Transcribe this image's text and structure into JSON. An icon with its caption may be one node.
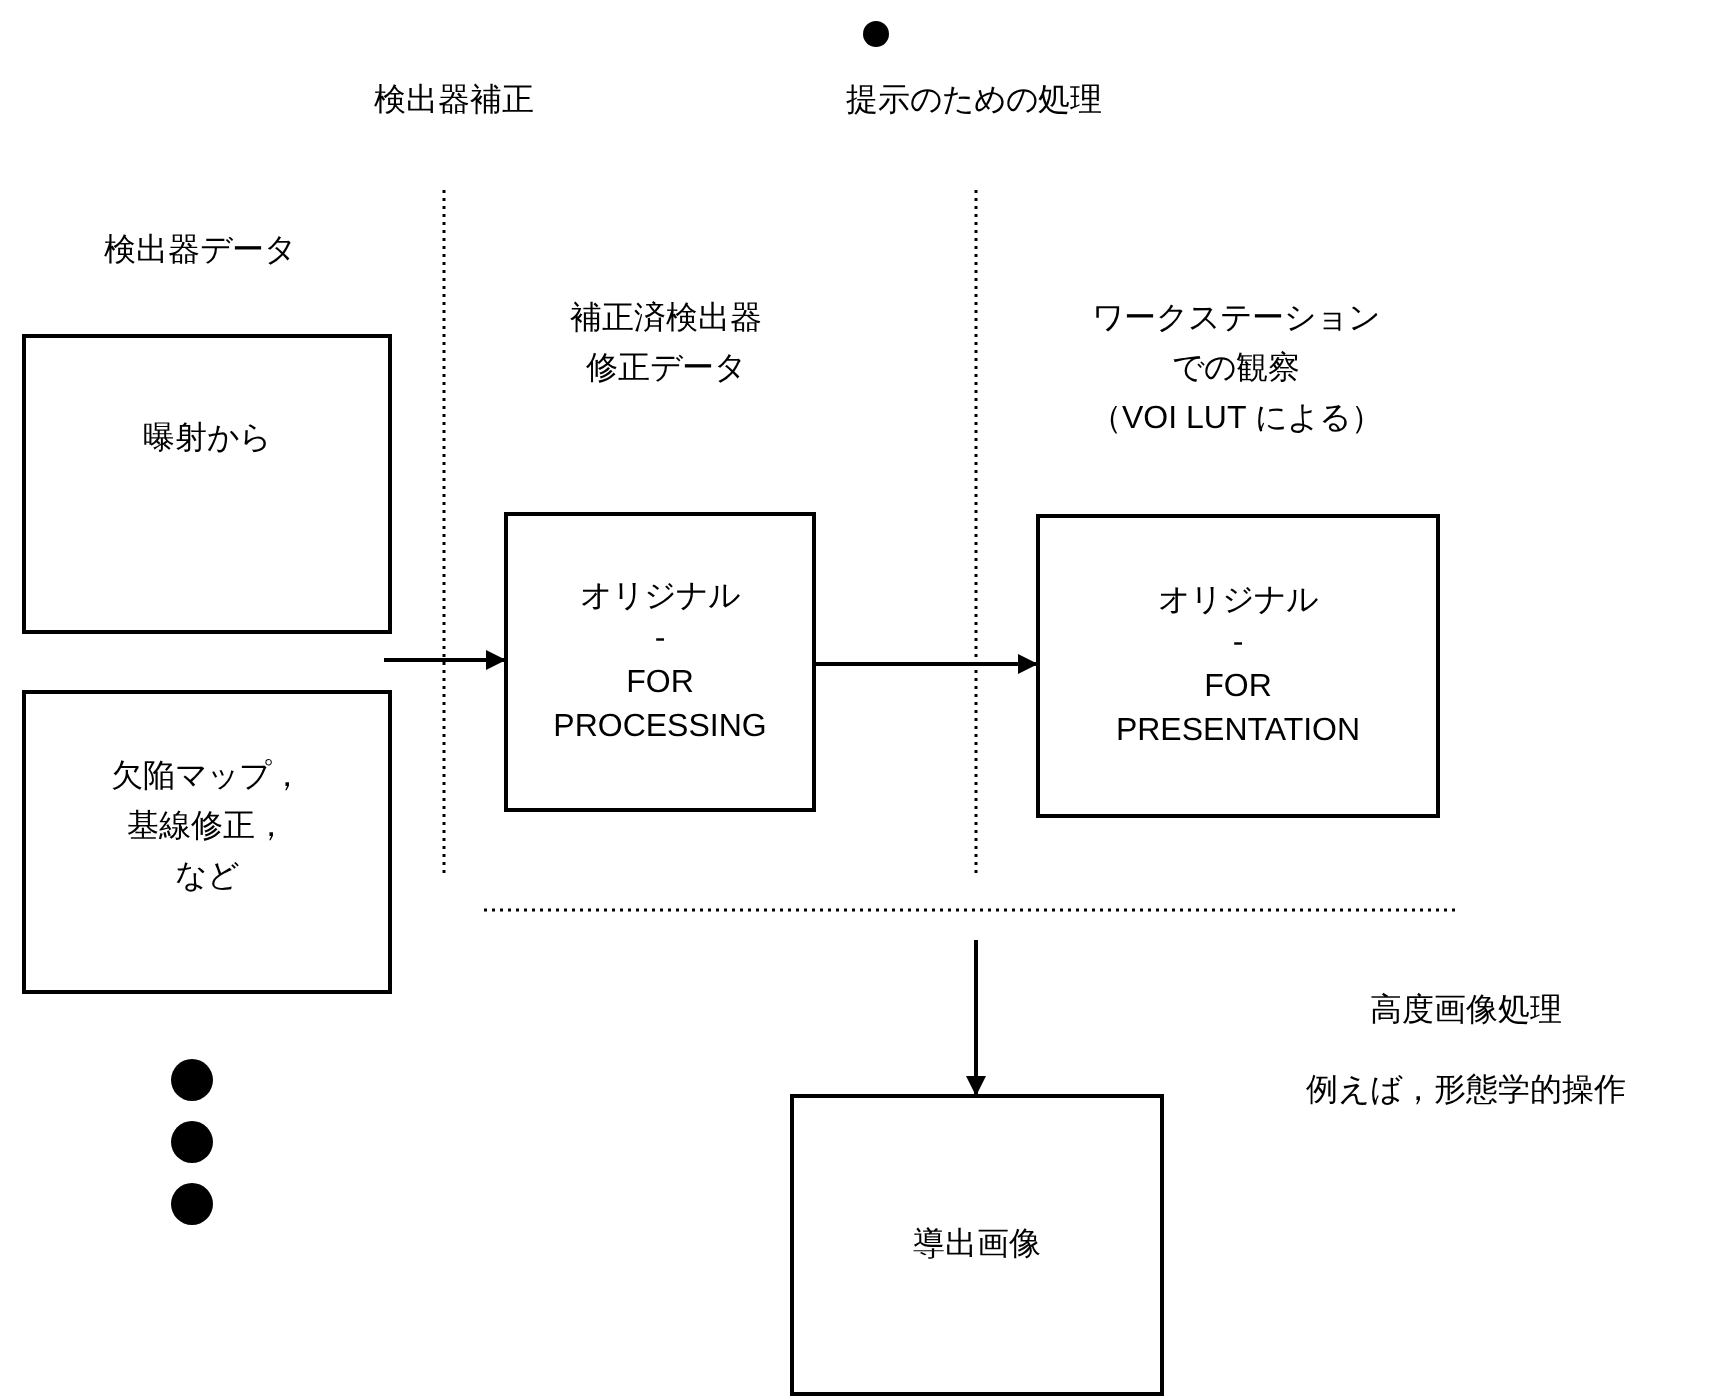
{
  "diagram": {
    "nodes": [
      {
        "text": [
          "曝射から"
        ]
      },
      {
        "text": [
          "欠陥マップ，基線修正，など"
        ]
      },
      {
        "text": [
          "オリジナル",
          "-",
          "FOR PROCESSING"
        ]
      },
      {
        "text": [
          "オリジナル",
          "-",
          "FOR PRESENTATION"
        ]
      },
      {
        "text": [
          "導出画像"
        ]
      }
    ],
    "edges": [
      {
        "from": null,
        "to": 2,
        "arrow": "to"
      },
      {
        "from": 2,
        "to": 3,
        "arrow": "to"
      },
      {
        "from": null,
        "to": 4,
        "arrow": "to"
      }
    ],
    "labels": [
      "検出器補正",
      "提示のための処理",
      "検出器データ",
      "補正済検出器修正データ",
      "ワークステーションでの観察",
      "（VOI LUT による）",
      "高度画像処理",
      "例えば，形態学的操作"
    ]
  }
}
